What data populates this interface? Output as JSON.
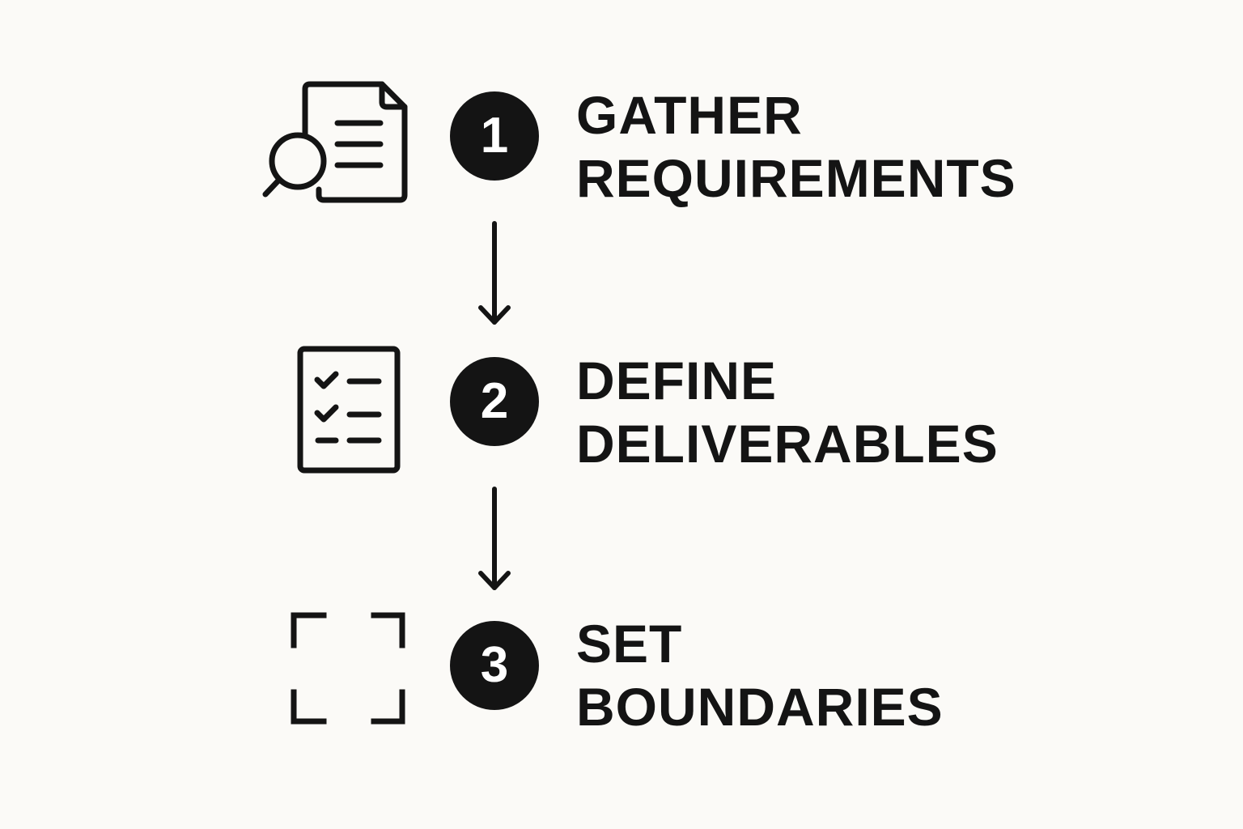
{
  "steps": [
    {
      "number": "1",
      "line1": "GATHER",
      "line2": "REQUIREMENTS",
      "icon": "document-search-icon"
    },
    {
      "number": "2",
      "line1": "DEFINE",
      "line2": "DELIVERABLES",
      "icon": "checklist-icon"
    },
    {
      "number": "3",
      "line1": "SET",
      "line2": "BOUNDARIES",
      "icon": "frame-corners-icon"
    }
  ],
  "colors": {
    "background": "#fbfaf7",
    "ink": "#141414",
    "badge_text": "#ffffff"
  }
}
